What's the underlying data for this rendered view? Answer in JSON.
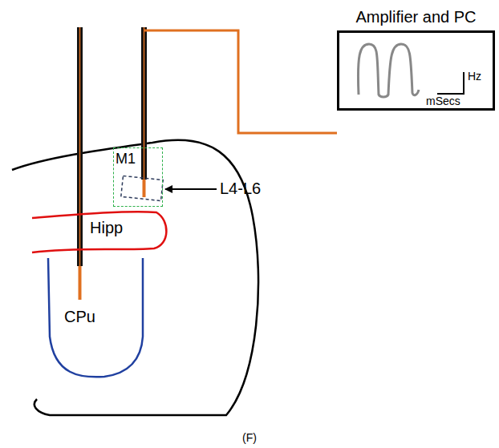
{
  "diagram": {
    "caption": "(F)",
    "nodes": [
      {
        "text": [
          "Amplifier and PC",
          "Hz",
          "mSecs"
        ]
      },
      {
        "text": [
          "M1"
        ]
      },
      {
        "text": [
          "Hipp"
        ]
      },
      {
        "text": [
          "CPu"
        ]
      }
    ],
    "labels": [
      "L4-L6"
    ]
  }
}
